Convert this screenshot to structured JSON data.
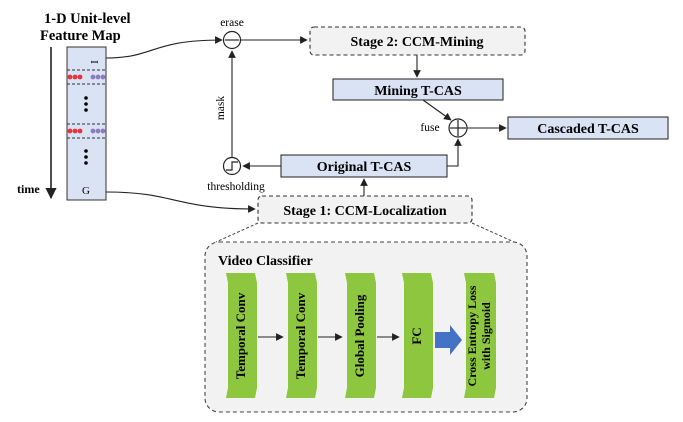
{
  "feature_map": {
    "title_line1": "1-D Unit-level",
    "title_line2": "Feature Map",
    "top_label": "I",
    "bottom_label": "G",
    "time_label": "time"
  },
  "ops": {
    "erase": "erase",
    "mask": "mask",
    "thresholding": "thresholding",
    "fuse": "fuse"
  },
  "boxes": {
    "stage2": "Stage 2:  CCM-Mining",
    "mining_tcas": "Mining T-CAS",
    "cascaded_tcas": "Cascaded T-CAS",
    "original_tcas": "Original T-CAS",
    "stage1": "Stage 1:  CCM-Localization"
  },
  "classifier": {
    "title": "Video Classifier",
    "blocks": [
      "Temporal Conv",
      "Temporal Conv",
      "Global Pooling",
      "FC"
    ],
    "loss_line1": "Cross Entropy Loss",
    "loss_line2": "with Sigmoid"
  },
  "colors": {
    "box_fill": "#dae3f3",
    "feature_fill": "#dae3f3",
    "dashed_fill": "#f2f2f2",
    "block_fill": "#8dc63f",
    "arrow_blue": "#4472c4",
    "red_dot": "#e8343f",
    "purple_dot": "#8e7cc3"
  }
}
